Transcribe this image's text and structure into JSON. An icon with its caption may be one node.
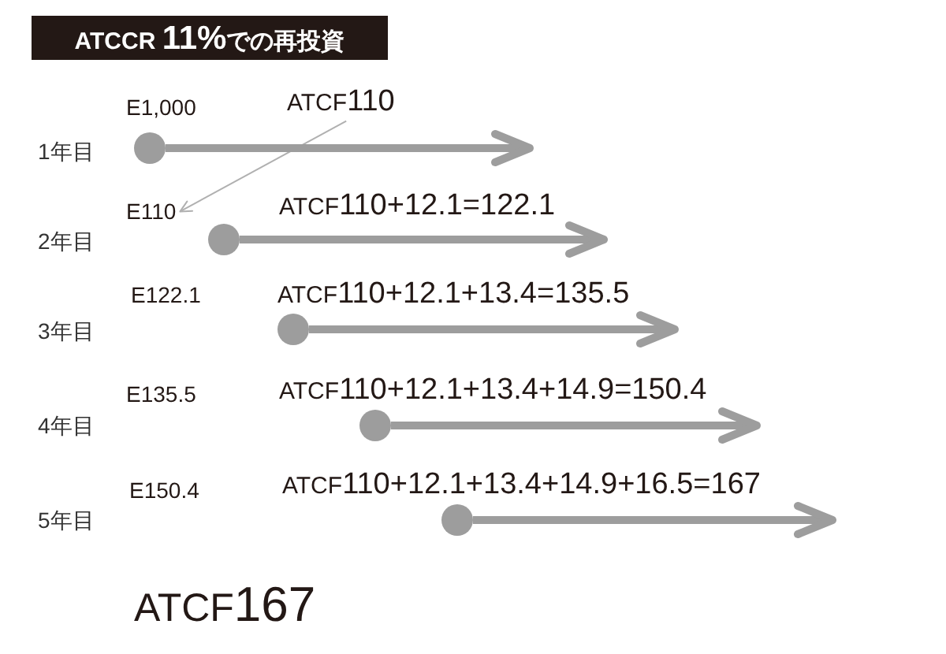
{
  "diagram": {
    "title": "ATCCR 11%での再投資",
    "nodes": [
      {
        "text": [
          "ATCF110"
        ]
      },
      {
        "text": [],
        "shape": "circle"
      },
      {
        "text": [
          "E110"
        ]
      },
      {
        "text": [],
        "shape": "circle"
      },
      {
        "text": [],
        "shape": "circle"
      },
      {
        "text": [],
        "shape": "circle"
      },
      {
        "text": [],
        "shape": "circle"
      }
    ],
    "edges": [
      {
        "from": 0,
        "to": 2,
        "arrow": "to",
        "color": "#b0b0b0"
      },
      {
        "from": 1,
        "to": null,
        "arrow": "to"
      },
      {
        "from": 3,
        "to": null,
        "arrow": "to"
      },
      {
        "from": 4,
        "to": null,
        "arrow": "to"
      },
      {
        "from": 5,
        "to": null,
        "arrow": "to"
      },
      {
        "from": 6,
        "to": null,
        "arrow": "to"
      }
    ],
    "labels": [
      "E1,000",
      "1年目",
      "ATCF110+12.1=122.1",
      "2年目",
      "E122.1",
      "ATCF110+12.1+13.4=135.5",
      "3年目",
      "E135.5",
      "ATCF110+12.1+13.4+14.9=150.4",
      "4年目",
      "E150.4",
      "ATCF110+12.1+13.4+14.9+16.5=167",
      "5年目",
      "ATCF167"
    ]
  }
}
